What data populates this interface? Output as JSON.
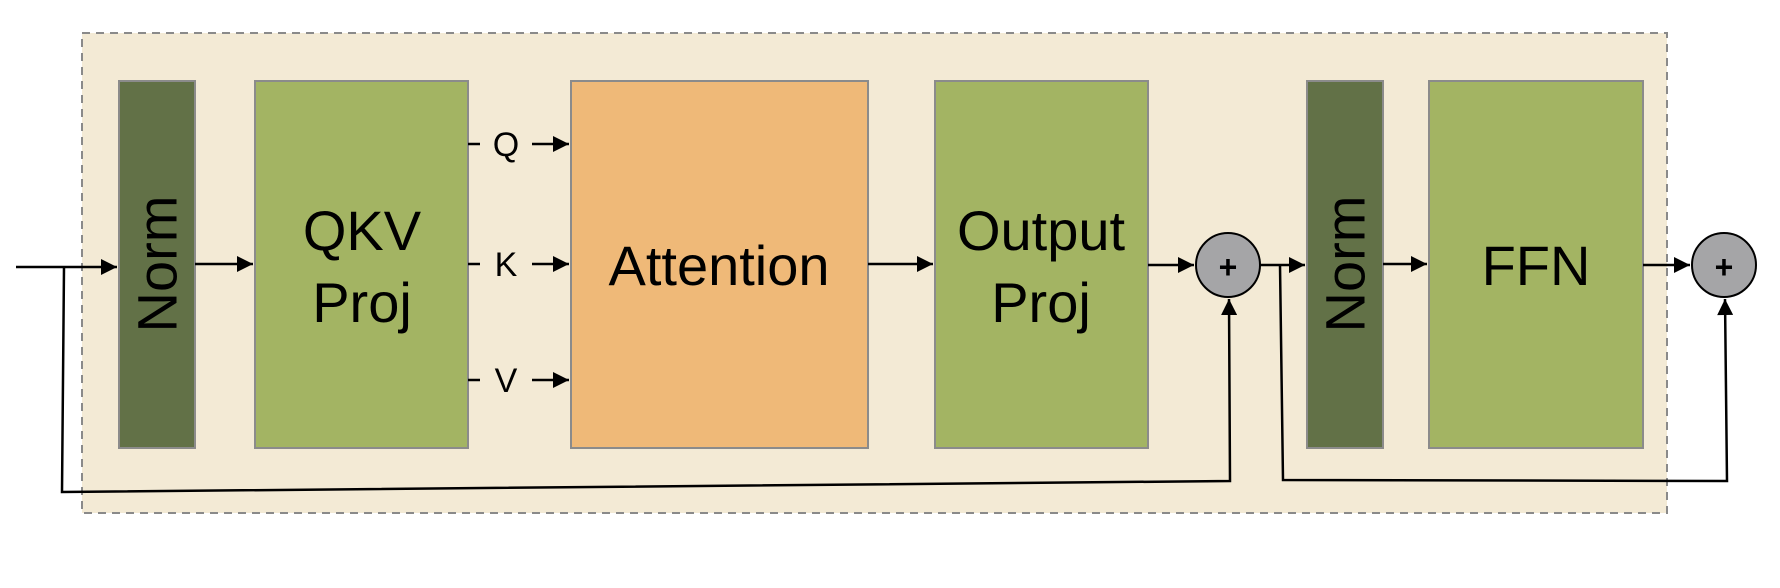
{
  "blocks": {
    "norm1": "Norm",
    "qkv_line1": "QKV",
    "qkv_line2": "Proj",
    "attention": "Attention",
    "output_line1": "Output",
    "output_line2": "Proj",
    "norm2": "Norm",
    "ffn": "FFN"
  },
  "attention_inputs": {
    "q": "Q",
    "k": "K",
    "v": "V"
  },
  "residual_ops": {
    "add1": "+",
    "add2": "+"
  },
  "colors": {
    "container_fill": "#f3ead5",
    "container_border": "#8a8a8a",
    "norm_fill": "#627147",
    "proj_fill": "#a3b463",
    "attention_fill": "#efb978",
    "block_border": "#8b8b8b",
    "adder_fill": "#a5a5a7"
  }
}
